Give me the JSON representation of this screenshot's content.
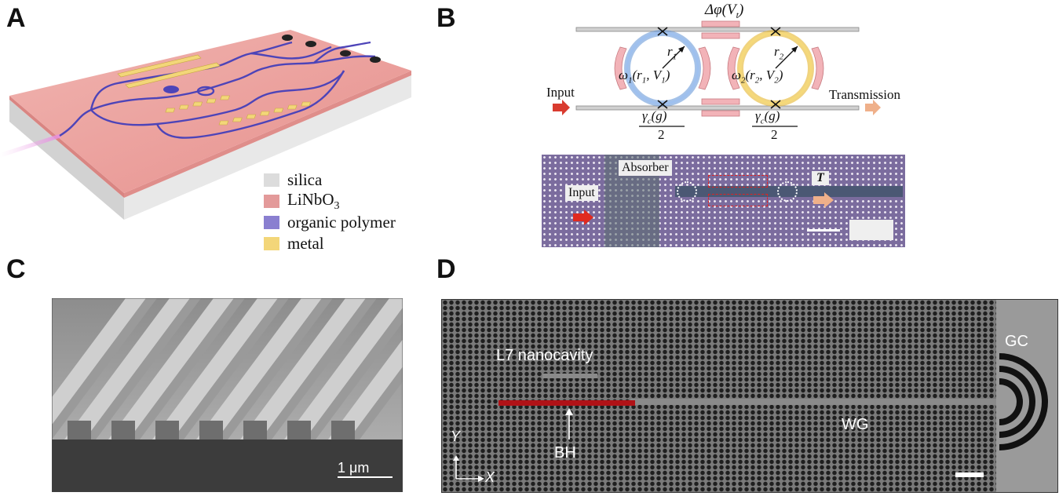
{
  "panels": {
    "a": {
      "letter": "A",
      "legend": [
        {
          "color": "#dcdcdc",
          "label": "silica"
        },
        {
          "color": "#e39a9a",
          "label": "LiNbO",
          "sub": "3"
        },
        {
          "color": "#8a7fd0",
          "label": "organic polymer"
        },
        {
          "color": "#f3d679",
          "label": "metal"
        }
      ]
    },
    "b": {
      "letter": "B",
      "phase_label": "Δφ(V",
      "phase_sub": "t",
      "r1": "r",
      "r1_sub": "1",
      "r2": "r",
      "r2_sub": "2",
      "omega1_main": "ω",
      "omega1_sub": "1",
      "omega1_args": "(r",
      "omega1_args_sub1": "1",
      "omega1_comma": ", V",
      "omega1_args_sub2": "1",
      "omega1_close": ")",
      "omega2_main": "ω",
      "omega2_sub": "2",
      "omega2_args": "(r",
      "omega2_args_sub1": "2",
      "omega2_comma": ", V",
      "omega2_args_sub2": "2",
      "omega2_close": ")",
      "input_label": "Input",
      "transmission_label": "Transmission",
      "gamma_num": "γ",
      "gamma_sub": "c",
      "gamma_arg": "(g)",
      "gamma_den": "2",
      "micro_absorber": "Absorber",
      "micro_input": "Input",
      "micro_T": "T"
    },
    "c": {
      "letter": "C",
      "scale_label": "1 μm"
    },
    "d": {
      "letter": "D",
      "l7_label": "L7 nanocavity",
      "gc_label": "GC",
      "wg_label": "WG",
      "bh_label": "BH",
      "y_axis": "Y",
      "x_axis": "X"
    }
  },
  "colors": {
    "ring1": "#5b8fd6",
    "ring2": "#e6b52b",
    "electrode": "#f2b3b8",
    "bh_bar": "#b01217",
    "input_arrow": "#d93b2f",
    "output_arrow": "#efb08a"
  }
}
